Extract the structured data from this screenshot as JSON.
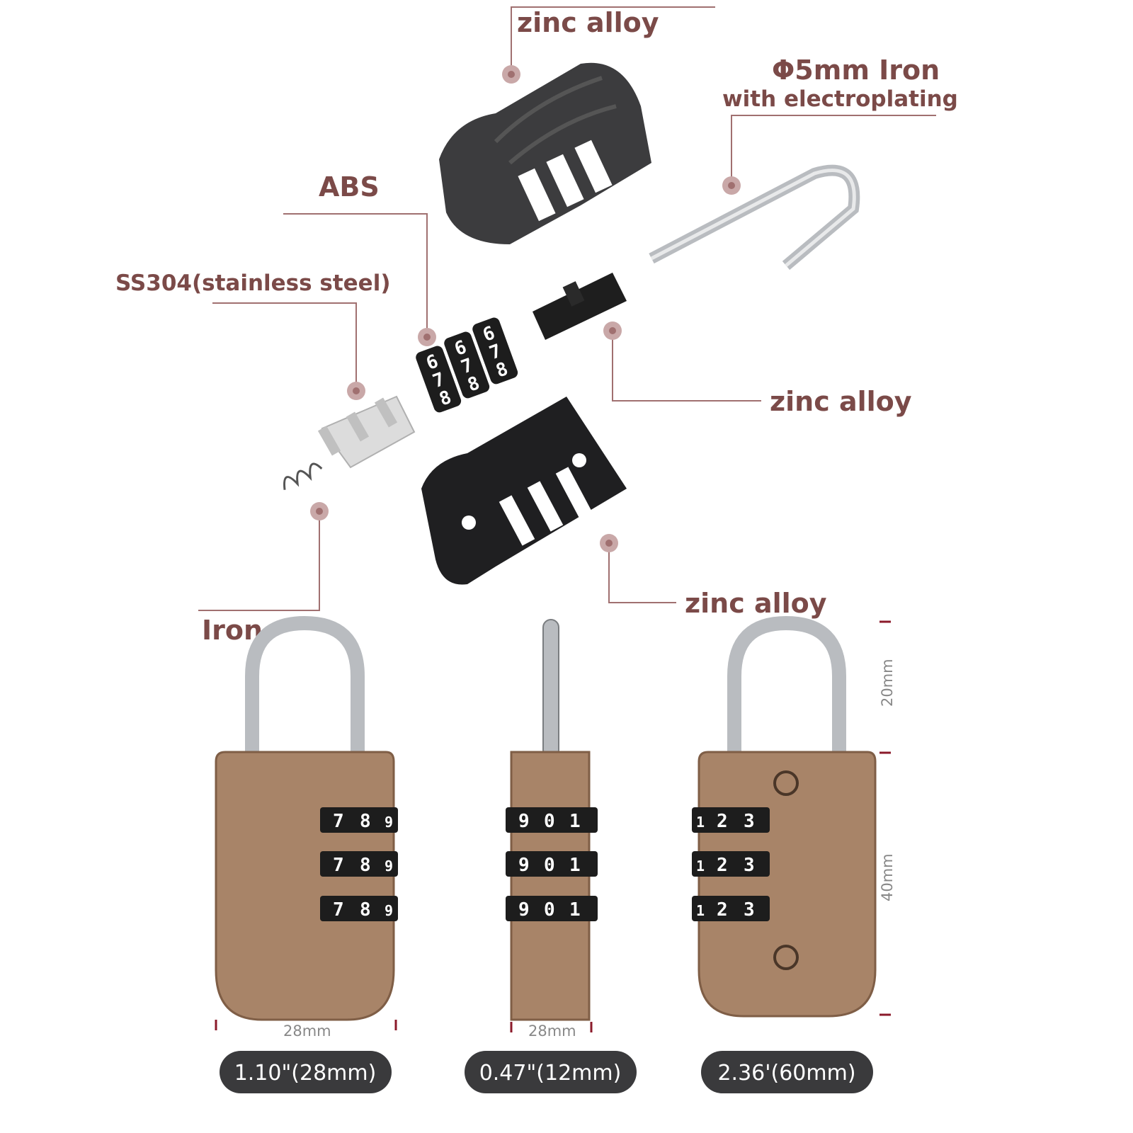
{
  "labels": {
    "top_cover": "zinc alloy",
    "shackle_line1": "Φ5mm Iron",
    "shackle_line2": "with electroplating",
    "dials": "ABS",
    "plate": "SS304(stainless steel)",
    "spindle": "zinc alloy",
    "bottom_cover": "zinc alloy",
    "spring": "Iron"
  },
  "dimensions": {
    "front_width": "28mm",
    "side_width": "28mm",
    "shackle_height": "20mm",
    "body_height": "40mm"
  },
  "pills": [
    "1.10\"(28mm)",
    "0.47\"(12mm)",
    "2.36'(60mm)"
  ],
  "dial_digits": {
    "front": [
      "7",
      "8",
      "9"
    ],
    "side": [
      "9",
      "0",
      "1"
    ],
    "back": [
      "1",
      "2",
      "3"
    ],
    "exploded": [
      "6",
      "7",
      "8"
    ]
  },
  "colors": {
    "label": "#7b4a48",
    "body": "#a88468",
    "pill": "#3a3a3c",
    "tick": "#8b1a2a"
  }
}
